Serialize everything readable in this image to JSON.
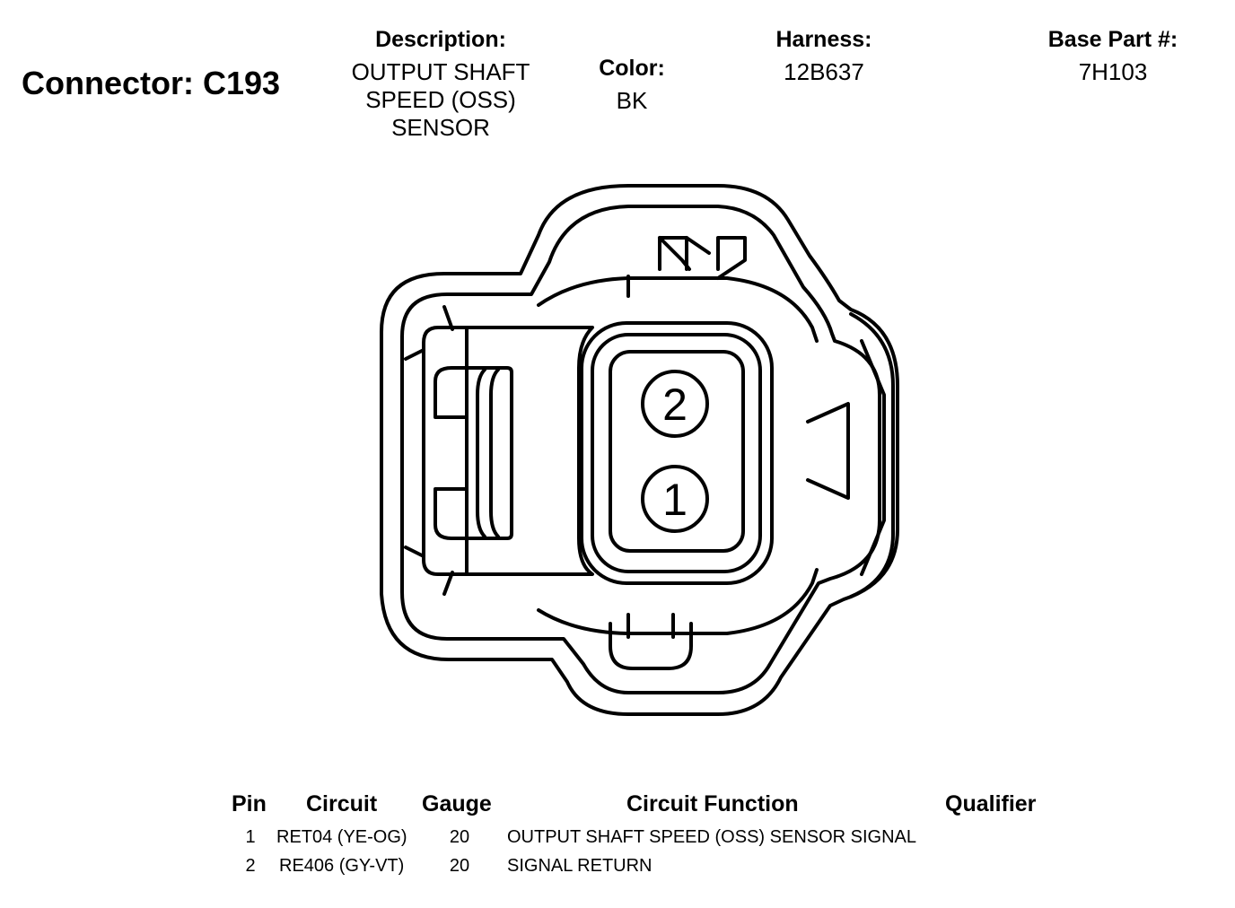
{
  "connector": {
    "title": "Connector: C193",
    "description_label": "Description:",
    "description_lines": [
      "OUTPUT SHAFT",
      "SPEED (OSS)",
      "SENSOR"
    ],
    "color_label": "Color:",
    "color_value": "BK",
    "harness_label": "Harness:",
    "harness_value": "12B637",
    "base_part_label": "Base Part #:",
    "base_part_value": "7H103"
  },
  "pins": {
    "top": "2",
    "bottom": "1"
  },
  "table": {
    "headers": {
      "pin": "Pin",
      "circuit": "Circuit",
      "gauge": "Gauge",
      "function": "Circuit Function",
      "qualifier": "Qualifier"
    },
    "rows": [
      {
        "pin": "1",
        "circuit": "RET04 (YE-OG)",
        "gauge": "20",
        "function": "OUTPUT SHAFT SPEED (OSS) SENSOR SIGNAL",
        "qualifier": ""
      },
      {
        "pin": "2",
        "circuit": "RE406 (GY-VT)",
        "gauge": "20",
        "function": "SIGNAL RETURN",
        "qualifier": ""
      }
    ]
  }
}
